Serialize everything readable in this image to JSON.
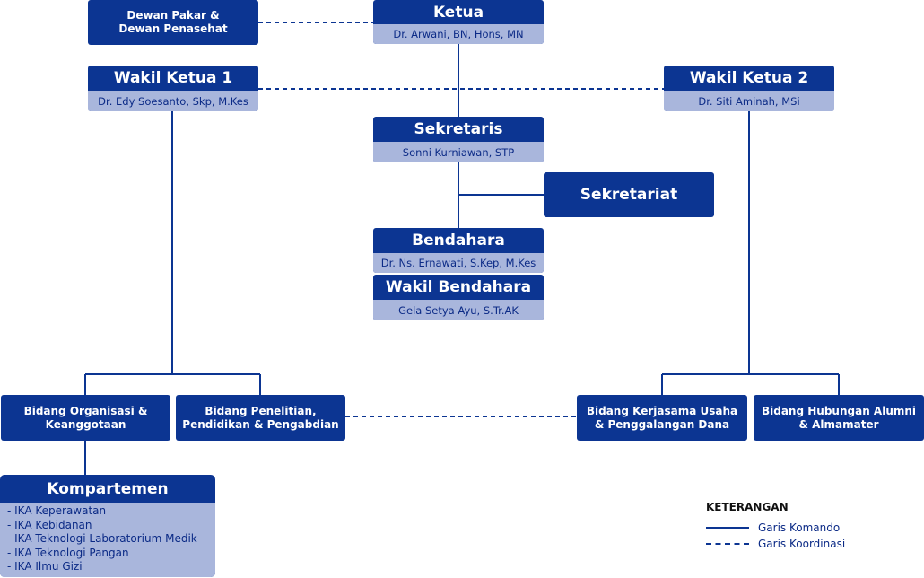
{
  "dewan": {
    "line1": "Dewan Pakar &",
    "line2": "Dewan Penasehat"
  },
  "ketua": {
    "title": "Ketua",
    "name": "Dr. Arwani, BN, Hons, MN"
  },
  "wakil1": {
    "title": "Wakil Ketua 1",
    "name": "Dr. Edy Soesanto, Skp, M.Kes"
  },
  "wakil2": {
    "title": "Wakil Ketua 2",
    "name": "Dr. Siti Aminah, MSi"
  },
  "sekretaris": {
    "title": "Sekretaris",
    "name": "Sonni Kurniawan, STP"
  },
  "sekretariat": {
    "title": "Sekretariat"
  },
  "bendahara": {
    "title": "Bendahara",
    "name": "Dr. Ns. Ernawati, S.Kep, M.Kes"
  },
  "wakil_bendahara": {
    "title": "Wakil Bendahara",
    "name": "Gela Setya Ayu, S.Tr.AK"
  },
  "bidang": [
    {
      "line1": "Bidang Organisasi &",
      "line2": "Keanggotaan"
    },
    {
      "line1": "Bidang Penelitian,",
      "line2": "Pendidikan & Pengabdian"
    },
    {
      "line1": "Bidang Kerjasama Usaha",
      "line2": "& Penggalangan Dana"
    },
    {
      "line1": "Bidang Hubungan Alumni",
      "line2": "& Almamater"
    }
  ],
  "kompartemen": {
    "title": "Kompartemen",
    "items": [
      "- IKA Keperawatan",
      "- IKA Kebidanan",
      "- IKA Teknologi Laboratorium Medik",
      "- IKA Teknologi Pangan",
      "- IKA Ilmu Gizi"
    ]
  },
  "legend": {
    "title": "KETERANGAN",
    "komando": "Garis Komando",
    "koordinasi": "Garis Koordinasi"
  },
  "colors": {
    "box": "#0c3592",
    "sub": "#a9b6dc",
    "line": "#0c3592"
  }
}
